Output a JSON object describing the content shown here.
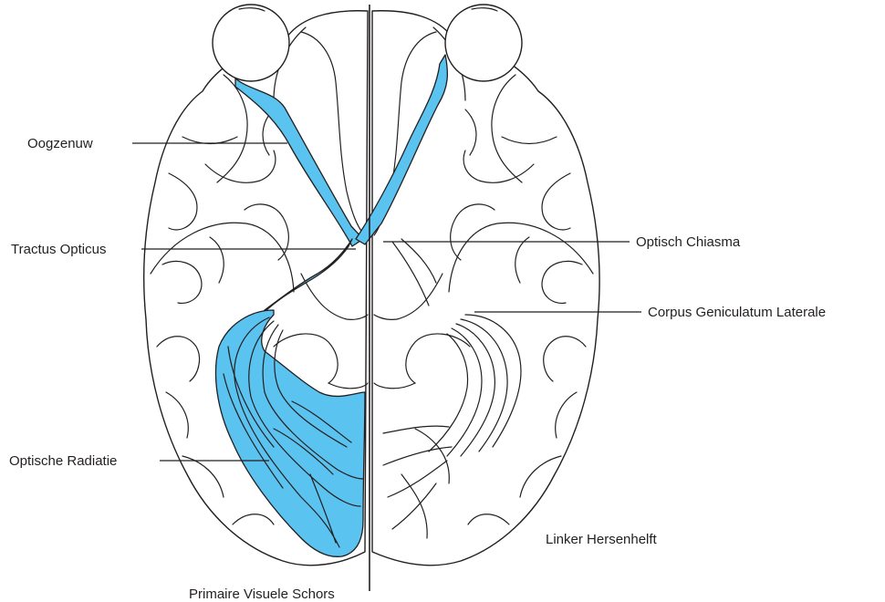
{
  "labels": {
    "optic_nerve": "Oogzenuw",
    "optic_tract": "Tractus Opticus",
    "optic_chiasm": "Optisch Chiasma",
    "lgn": "Corpus Geniculatum Laterale",
    "optic_radiation": "Optische Radiatie",
    "left_hemisphere": "Linker Hersenhelft",
    "primary_visual_cortex": "Primaire Visuele Schors"
  },
  "colors": {
    "visual_pathway": "#5bc3ef",
    "outline": "#231f20",
    "background": "#ffffff"
  }
}
